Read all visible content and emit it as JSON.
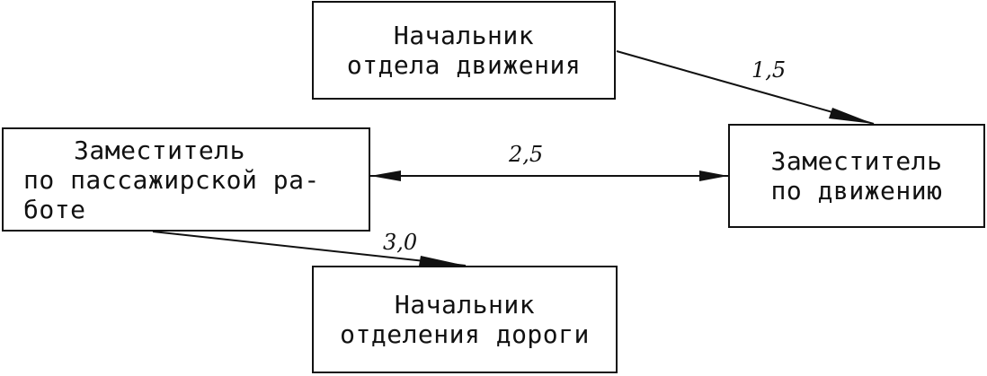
{
  "diagram": {
    "nodes": [
      {
        "id": "chief-traffic-dept",
        "lines": [
          "Начальник",
          "отдела движения"
        ]
      },
      {
        "id": "deputy-passenger",
        "lines": [
          "Заместитель",
          "по пассажирской ра-",
          "боте"
        ]
      },
      {
        "id": "deputy-traffic",
        "lines": [
          "Заместитель",
          "по движению"
        ]
      },
      {
        "id": "chief-road-dept",
        "lines": [
          "Начальник",
          "отделения дороги"
        ]
      }
    ],
    "edges": [
      {
        "from": "chief-traffic-dept",
        "to": "deputy-traffic",
        "label": "1,5"
      },
      {
        "from": "deputy-passenger",
        "to": "deputy-traffic",
        "label": "2,5",
        "bidirectional": true
      },
      {
        "from": "deputy-passenger",
        "to": "chief-road-dept",
        "label": "3,0"
      }
    ]
  }
}
